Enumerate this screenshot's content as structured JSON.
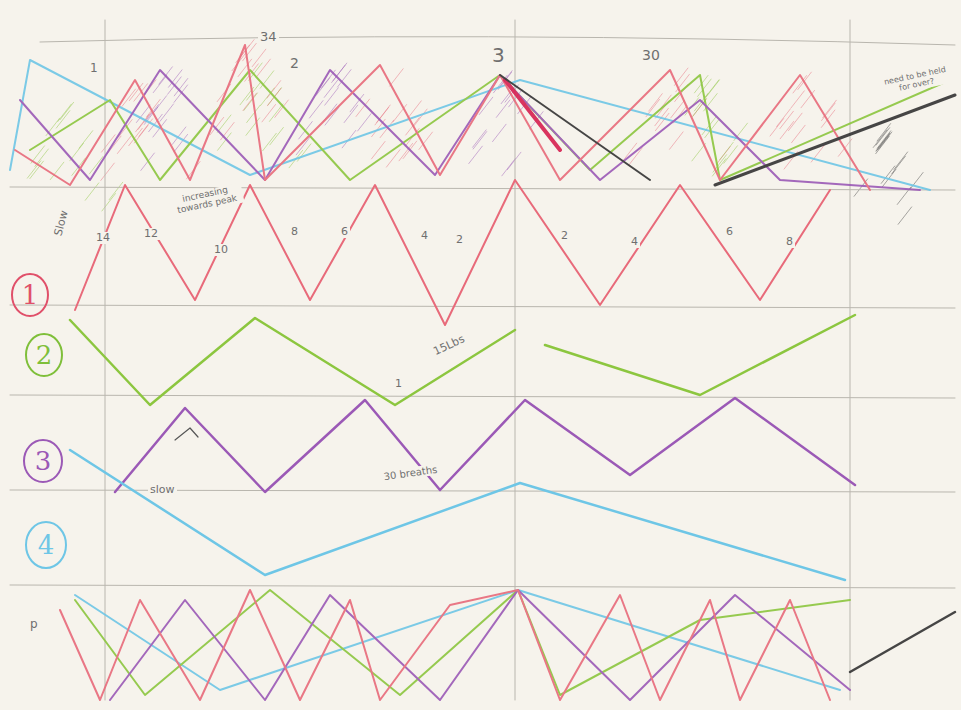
{
  "diagram": {
    "nodes": [
      {
        "text": [
          "1"
        ]
      },
      {
        "text": [
          "2"
        ]
      },
      {
        "text": [
          "3"
        ]
      },
      {
        "text": [
          "4"
        ]
      }
    ],
    "labels": [
      "1",
      "34",
      "2",
      "3",
      "30",
      "need to be held for over?",
      "Slow",
      "14",
      "12",
      "increasing towards peak",
      "10",
      "8",
      "6",
      "4",
      "2",
      "2",
      "4",
      "6",
      "8",
      "1",
      "15Lbs",
      "slow",
      "30 breaths",
      "p"
    ]
  }
}
